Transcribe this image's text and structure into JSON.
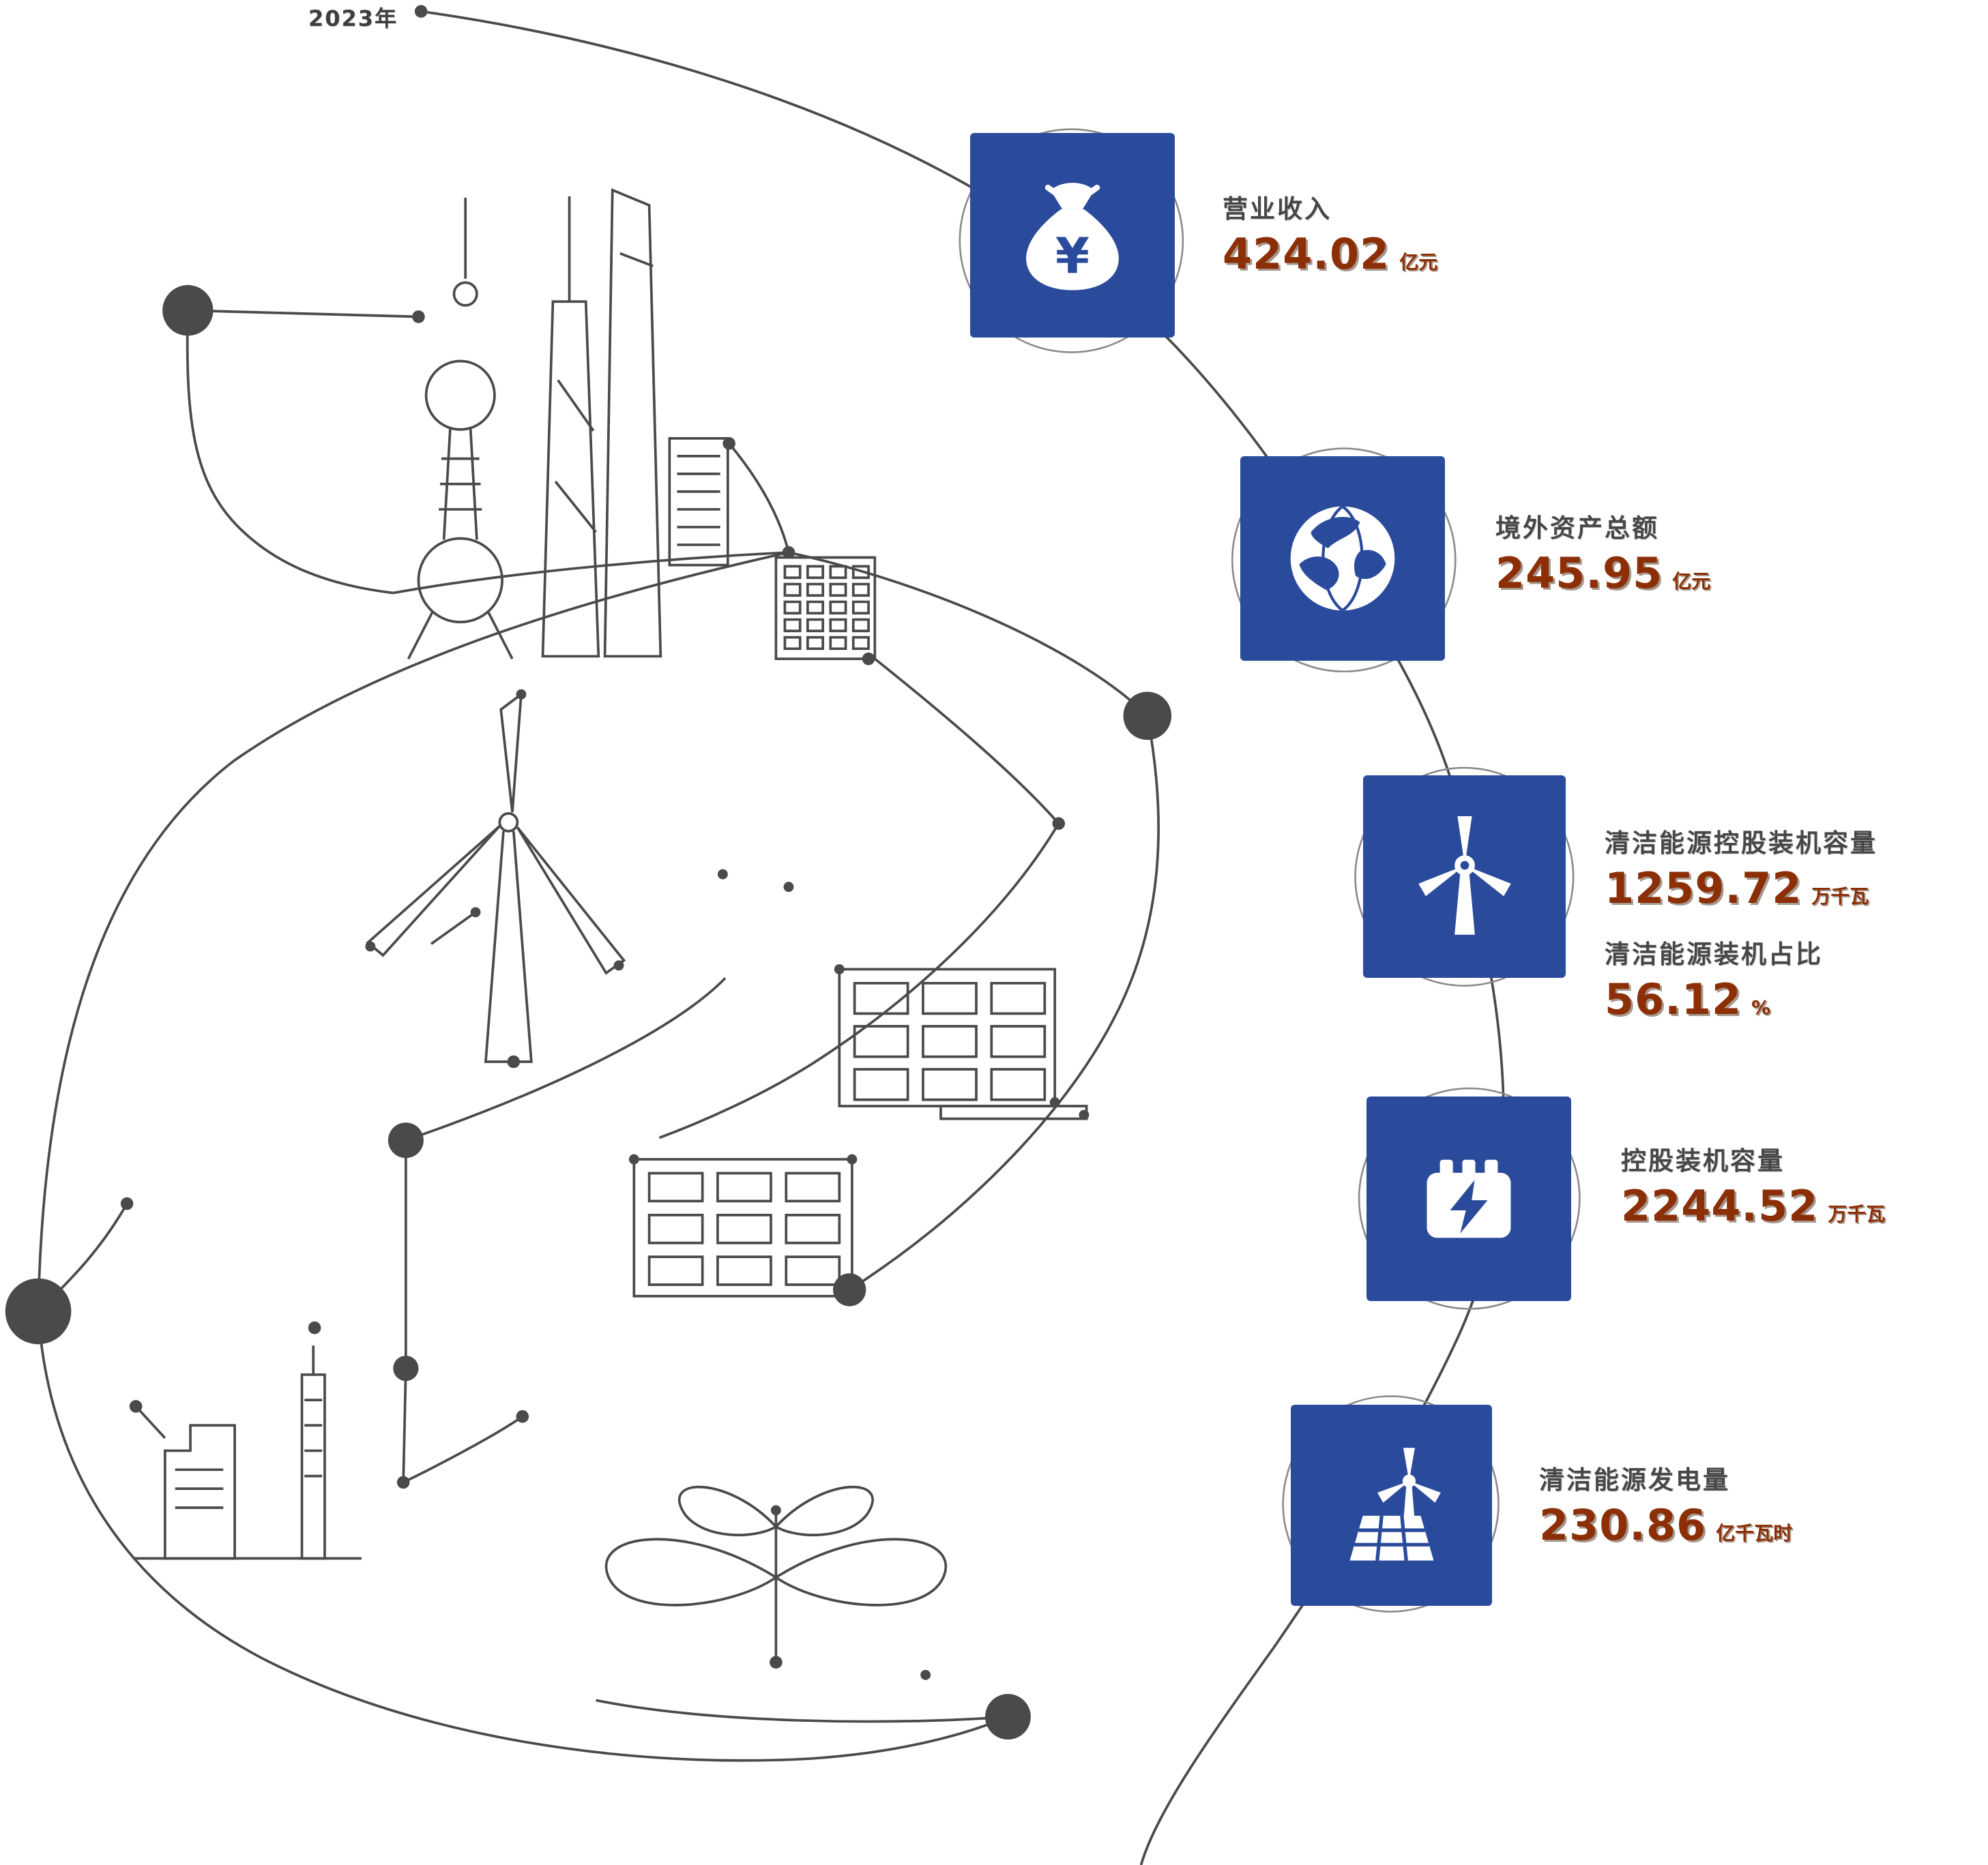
{
  "year_label": "2023年",
  "colors": {
    "tile_blue": "#2A4B9B",
    "value_red": "#8C2F06",
    "label_gray": "#474747",
    "line_gray": "#4A4A4A"
  },
  "stats": [
    {
      "id": "revenue",
      "icon": "money-bag-icon",
      "label": "营业收入",
      "value": "424.02",
      "unit": "亿元"
    },
    {
      "id": "overseas-assets",
      "icon": "globe-icon",
      "label": "境外资产总额",
      "value": "245.95",
      "unit": "亿元"
    },
    {
      "id": "clean-energy-capacity",
      "icon": "wind-turbine-icon",
      "label": "清洁能源控股装机容量",
      "value": "1259.72",
      "unit": "万千瓦",
      "label2": "清洁能源装机占比",
      "value2": "56.12",
      "unit2": "%"
    },
    {
      "id": "total-capacity",
      "icon": "generator-icon",
      "label": "控股装机容量",
      "value": "2244.52",
      "unit": "万千瓦"
    },
    {
      "id": "clean-energy-generation",
      "icon": "clean-power-icon",
      "label": "清洁能源发电量",
      "value": "230.86",
      "unit": "亿千瓦时"
    }
  ]
}
